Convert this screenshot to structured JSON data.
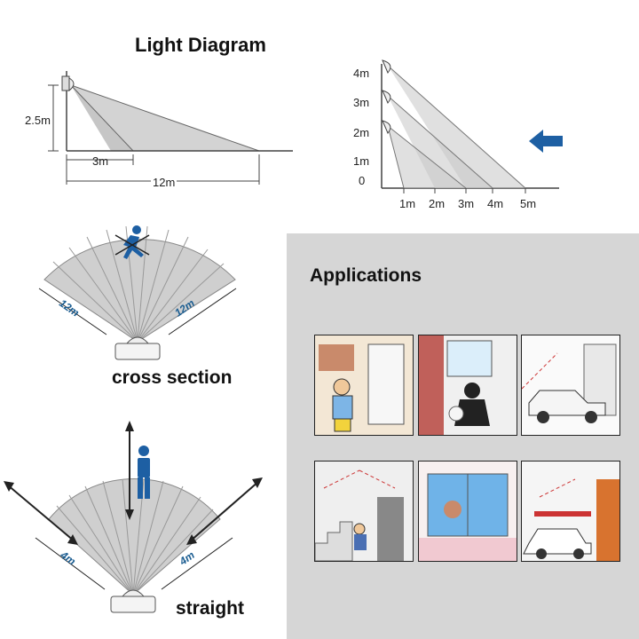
{
  "light_diagram": {
    "title": "Light Diagram",
    "height_label": "2.5m",
    "near_distance": "3m",
    "far_distance": "12m"
  },
  "height_diagram": {
    "y_ticks": [
      "4m",
      "3m",
      "2m",
      "1m",
      "0"
    ],
    "x_ticks": [
      "1m",
      "2m",
      "3m",
      "4m",
      "5m"
    ]
  },
  "cross_section": {
    "caption": "cross section",
    "left_range": "12m",
    "right_range": "12m"
  },
  "straight": {
    "caption": "straight",
    "left_range": "4m",
    "right_range": "4m"
  },
  "applications": {
    "title": "Applications"
  },
  "colors": {
    "accent_blue": "#1d5fa3",
    "beam_gray": "#c8c8c8",
    "panel_gray": "#d6d6d6"
  }
}
